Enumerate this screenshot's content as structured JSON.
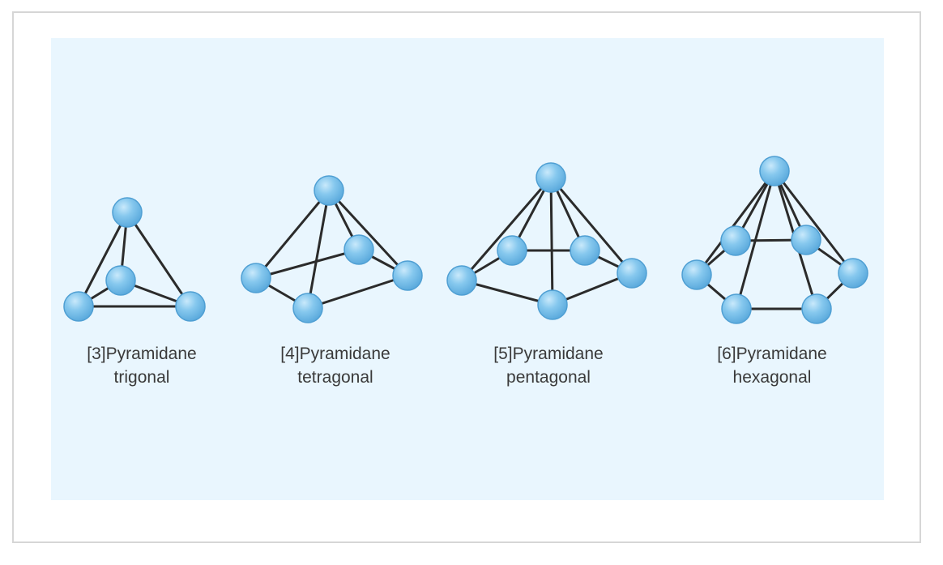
{
  "colors": {
    "background": "#e9f6fe",
    "frame_border": "#d6d6d6",
    "bond": "#2b2b2b",
    "atom_fill": "#7ec4ec",
    "atom_stroke": "#4f9fd3",
    "caption_text": "#3a3a3a"
  },
  "molecules": [
    {
      "name": "[3]Pyramidane",
      "geometry": "trigonal",
      "base_atoms": 3
    },
    {
      "name": "[4]Pyramidane",
      "geometry": "tetragonal",
      "base_atoms": 4
    },
    {
      "name": "[5]Pyramidane",
      "geometry": "pentagonal",
      "base_atoms": 5
    },
    {
      "name": "[6]Pyramidane",
      "geometry": "hexagonal",
      "base_atoms": 6
    }
  ]
}
